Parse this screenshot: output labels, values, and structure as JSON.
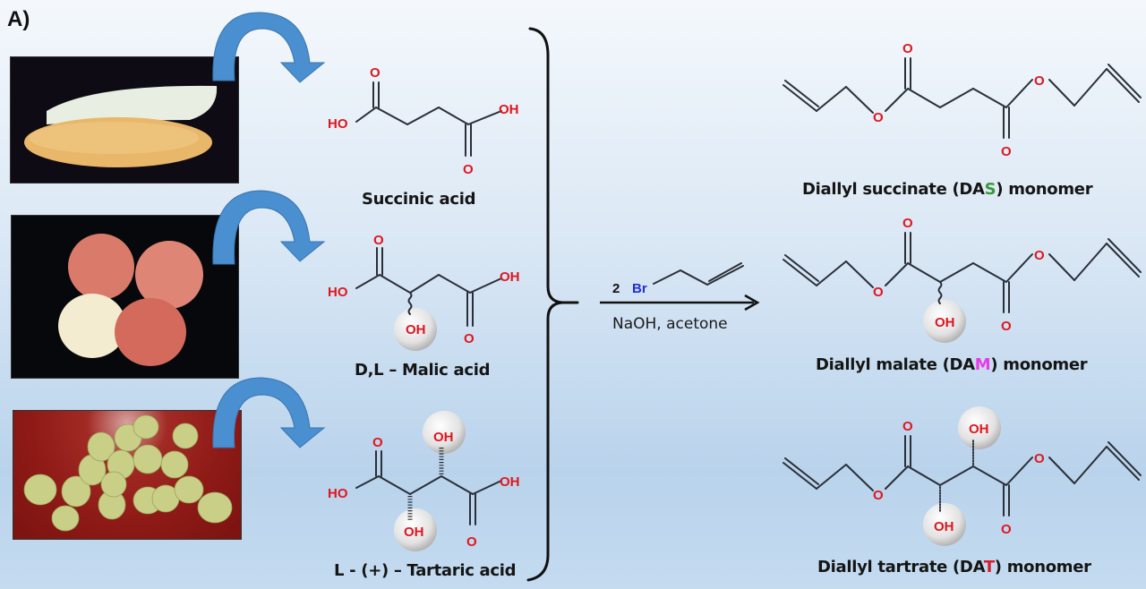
{
  "panel_label": "A)",
  "sources": [
    {
      "name": "corn",
      "description": "Ear of corn photo"
    },
    {
      "name": "apple",
      "description": "Apples photo"
    },
    {
      "name": "grape",
      "description": "Green grapes photo"
    }
  ],
  "acids": [
    {
      "name": "Succinic acid",
      "atoms": {
        "ho": "HO",
        "oh": "OH",
        "o": "O"
      }
    },
    {
      "name": "D,L – Malic acid",
      "atoms": {
        "ho": "HO",
        "oh": "OH",
        "o": "O",
        "side_oh": "OH"
      }
    },
    {
      "name": "L - (+) – Tartaric acid",
      "atoms": {
        "ho": "HO",
        "oh": "OH",
        "o": "O",
        "side_oh": "OH"
      }
    }
  ],
  "reaction": {
    "reagent_coefficient": "2",
    "reagent_atom": "Br",
    "conditions": "NaOH, acetone"
  },
  "products": [
    {
      "prefix": "Diallyl succinate (DA",
      "accent": "S",
      "suffix": ") monomer",
      "accent_color": "#3a9a3a"
    },
    {
      "prefix": "Diallyl malate (DA",
      "accent": "M",
      "suffix": ") monomer",
      "accent_color": "#e63be6"
    },
    {
      "prefix": "Diallyl tartrate (DA",
      "accent": "T",
      "suffix": ") monomer",
      "accent_color": "#d6202a"
    }
  ],
  "atom_labels": {
    "o": "O",
    "oh": "OH",
    "ho": "HO"
  },
  "colors": {
    "oxygen": "#e0161e",
    "bromine": "#2030d0",
    "arrow_fill": "#4a8fd0",
    "bond": "#2a2f38"
  }
}
